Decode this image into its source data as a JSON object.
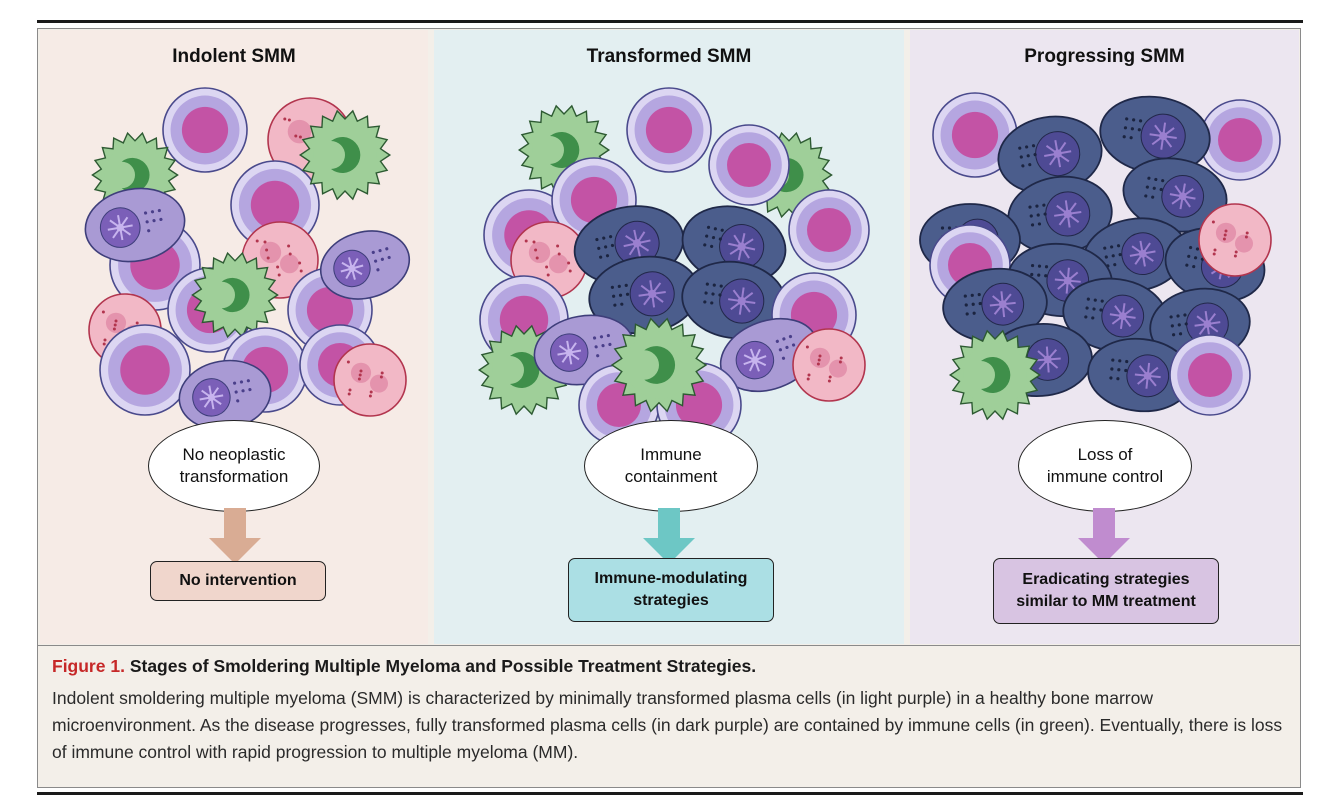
{
  "panels": [
    {
      "title": "Indolent SMM",
      "ellipse": [
        "No neoplastic",
        "transformation"
      ],
      "box": [
        "No intervention"
      ],
      "colors": {
        "bg": "#f6ebe6",
        "box": "#f0d6cc",
        "arrow": "#d9ac94"
      }
    },
    {
      "title": "Transformed SMM",
      "ellipse": [
        "Immune",
        "containment"
      ],
      "box": [
        "Immune-modulating",
        "strategies"
      ],
      "colors": {
        "bg": "#e3eff1",
        "box": "#abdfe4",
        "arrow": "#6dc7c5"
      }
    },
    {
      "title": "Progressing SMM",
      "ellipse": [
        "Loss of",
        "immune control"
      ],
      "box": [
        "Eradicating strategies",
        "similar to MM treatment"
      ],
      "colors": {
        "bg": "#ece6f0",
        "box": "#d8c4e2",
        "arrow": "#c08ccf"
      }
    }
  ],
  "caption": {
    "label": "Figure 1.",
    "title": "Stages of Smoldering Multiple Myeloma and Possible Treatment Strategies.",
    "body": "Indolent smoldering multiple myeloma (SMM) is characterized by minimally transformed plasma cells (in light purple) in a healthy bone marrow microenvironment. As the disease progresses, fully transformed plasma cells (in dark purple) are contained by immune cells (in green). Eventually, there is loss of immune control with rapid progression to multiple myeloma (MM)."
  },
  "legend_colors": {
    "light_purple_cell": "#a99ad4",
    "dark_purple_cell": "#4b5d8c",
    "immune_cell_green": "#9fcf99",
    "neutrophil_pink": "#f2b8c6",
    "normal_cell_magenta": "#c44a9f"
  }
}
